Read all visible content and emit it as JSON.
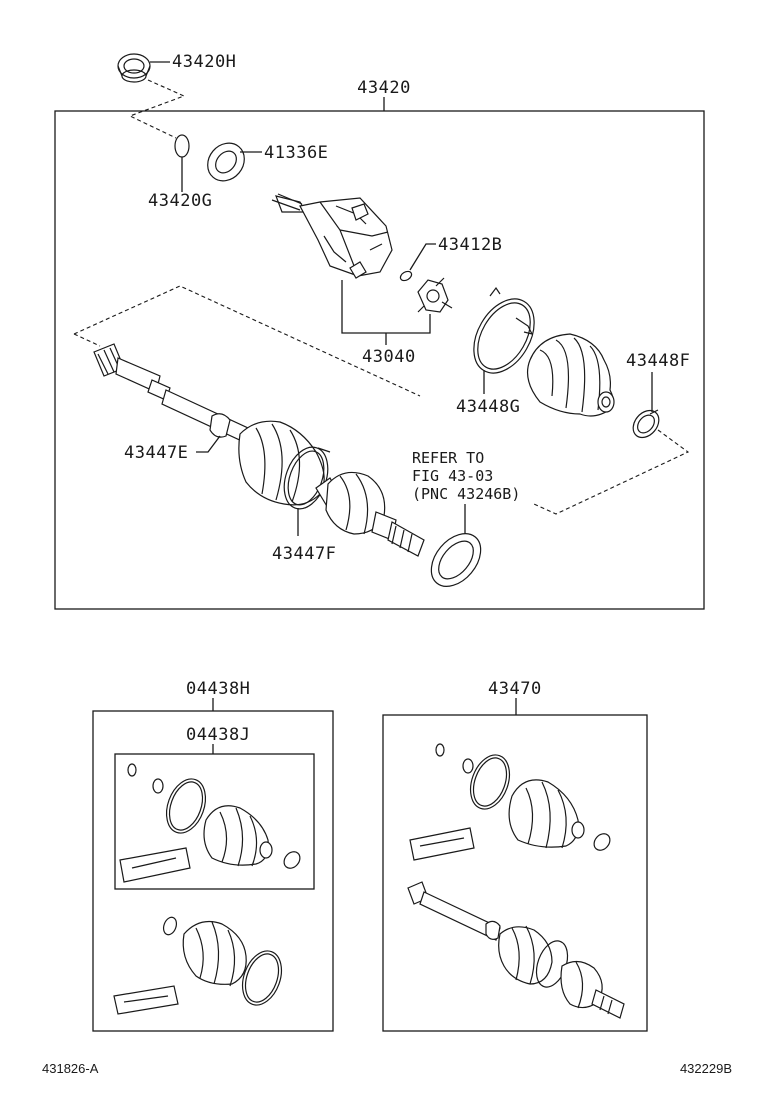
{
  "diagram": {
    "labels": {
      "p43420H": "43420H",
      "p43420": "43420",
      "p41336E": "41336E",
      "p43420G": "43420G",
      "p43412B": "43412B",
      "p43040": "43040",
      "p43448F": "43448F",
      "p43448G": "43448G",
      "p43447E": "43447E",
      "p43447F": "43447F",
      "p04438H": "04438H",
      "p04438J": "04438J",
      "p43470": "43470"
    },
    "refer_note": [
      "REFER TO",
      "FIG 43-03",
      "(PNC 43246B)"
    ],
    "footer": {
      "left_code": "431826-A",
      "right_code": "432229B"
    }
  }
}
